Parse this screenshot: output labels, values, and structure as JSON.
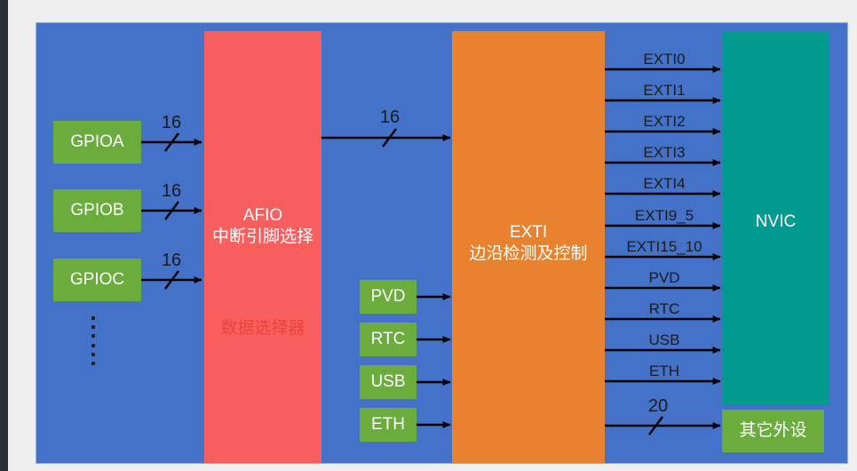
{
  "diagram": {
    "title": "STM32 EXTI interrupt routing block diagram",
    "colors": {
      "canvas_blue": "#4372c8",
      "green": "#6aad3d",
      "salmon": "#fa5f5f",
      "orange": "#e8822f",
      "teal": "#009a8e",
      "sub_red": "#e8443c",
      "wire": "#000000"
    }
  },
  "gpio_sources": [
    {
      "label": "GPIOA",
      "bus": "16"
    },
    {
      "label": "GPIOB",
      "bus": "16"
    },
    {
      "label": "GPIOC",
      "bus": "16"
    }
  ],
  "gpio_ellipsis": "⋮",
  "afio": {
    "title": "AFIO",
    "subtitle": "中断引脚选择",
    "note": "数据选择器"
  },
  "afio_to_exti_bus": "16",
  "peripheral_sources": [
    {
      "label": "PVD"
    },
    {
      "label": "RTC"
    },
    {
      "label": "USB"
    },
    {
      "label": "ETH"
    }
  ],
  "exti": {
    "title": "EXTI",
    "subtitle": "边沿检测及控制"
  },
  "nvic": {
    "label": "NVIC"
  },
  "other_peripherals": {
    "label": "其它外设",
    "bus": "20"
  },
  "exti_outputs": [
    {
      "label": "EXTI0"
    },
    {
      "label": "EXTI1"
    },
    {
      "label": "EXTI2"
    },
    {
      "label": "EXTI3"
    },
    {
      "label": "EXTI4"
    },
    {
      "label": "EXTI9_5"
    },
    {
      "label": "EXTI15_10"
    },
    {
      "label": "PVD"
    },
    {
      "label": "RTC"
    },
    {
      "label": "USB"
    },
    {
      "label": "ETH"
    }
  ]
}
